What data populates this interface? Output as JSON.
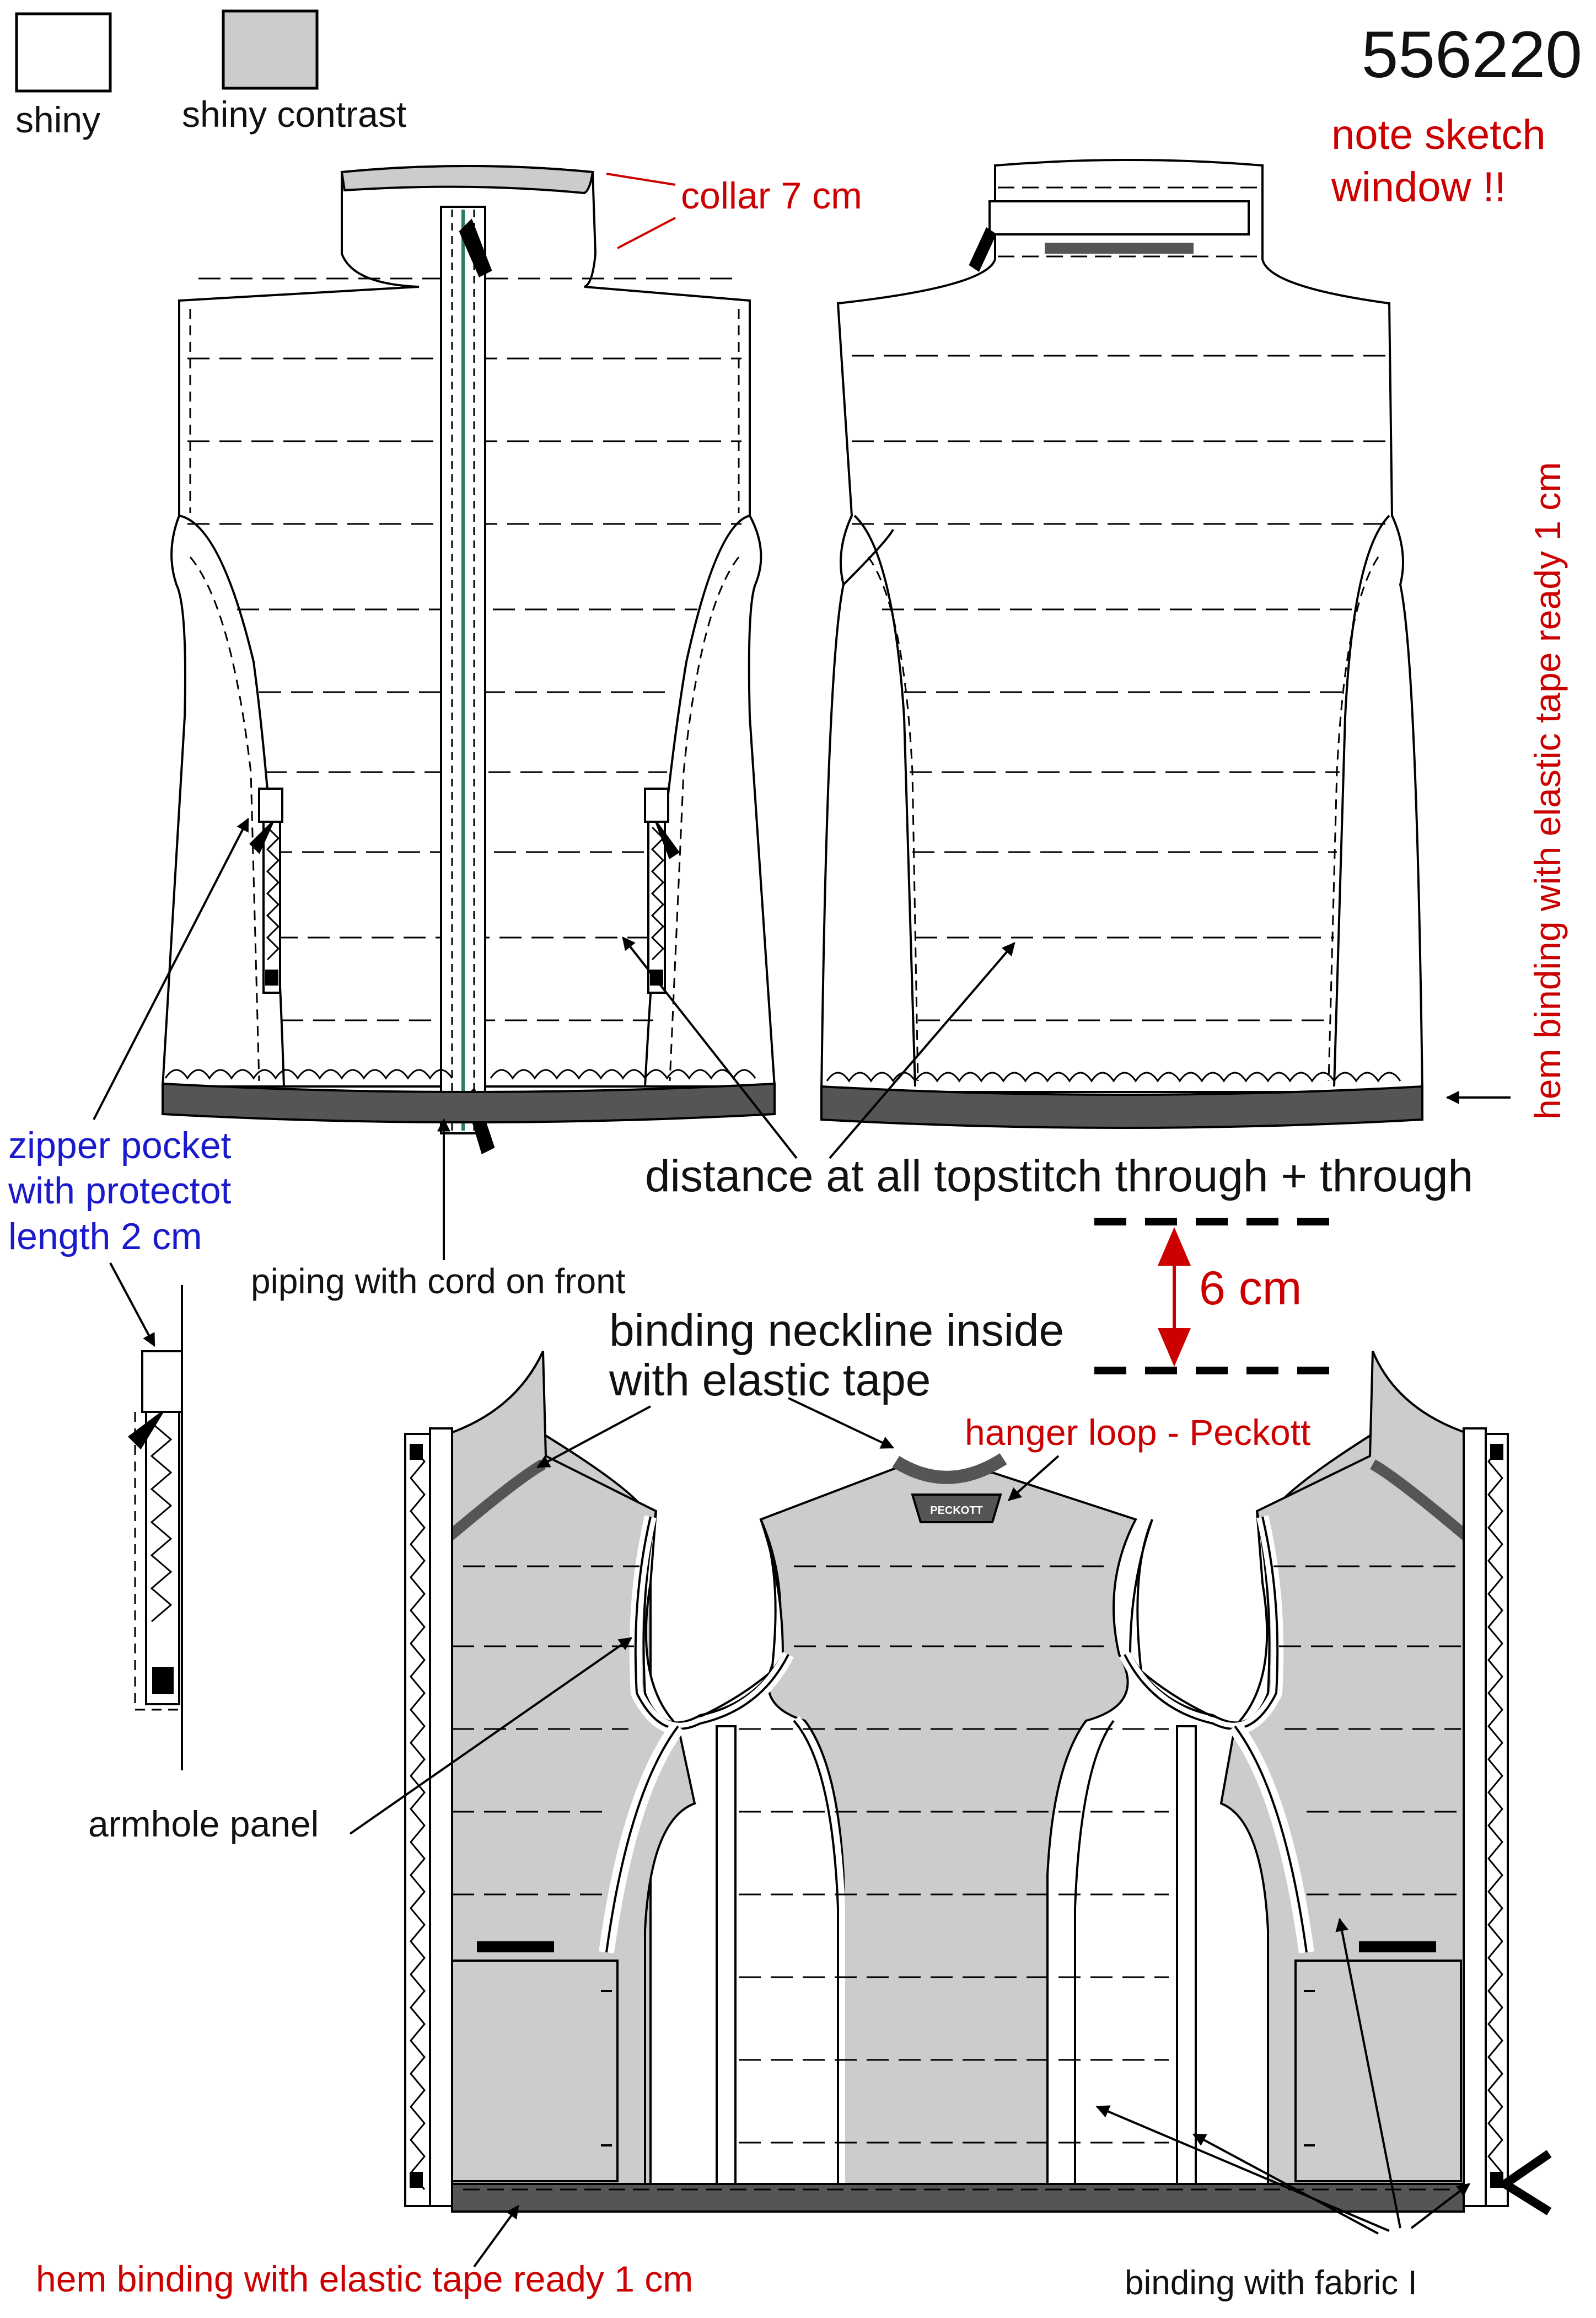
{
  "style_number": "556220",
  "legend": [
    {
      "label": "shiny",
      "swatch_color": "#ffffff"
    },
    {
      "label": "shiny contrast",
      "swatch_color": "#cccccc"
    }
  ],
  "notes": {
    "sketch_window": [
      "note sketch",
      "window !!"
    ]
  },
  "callouts": {
    "collar": "collar 7 cm",
    "hem_binding_back": "hem binding with elastic tape  ready 1 cm",
    "zipper_pocket": [
      "zipper pocket",
      "with protectot",
      "length 2 cm"
    ],
    "topstitch": "distance at all topstitch through + through",
    "piping": "piping with cord on front",
    "spacing_value": "6 cm",
    "neckline": [
      "binding neckline inside",
      "with elastic tape"
    ],
    "hanger_loop": "hanger loop - Peckott",
    "hanger_tag": "PECKOTT",
    "armhole": "armhole panel",
    "hem_binding_inside": "hem binding with elastic tape ready 1 cm",
    "binding_fabric": "binding with fabric I"
  },
  "colors": {
    "red_text": "#cc0000",
    "blue_text": "#1a1acc",
    "black_text": "#111111",
    "contrast_fill": "#cccccc",
    "binding_dark": "#555555",
    "zipper_teal": "#2a7a6a"
  }
}
